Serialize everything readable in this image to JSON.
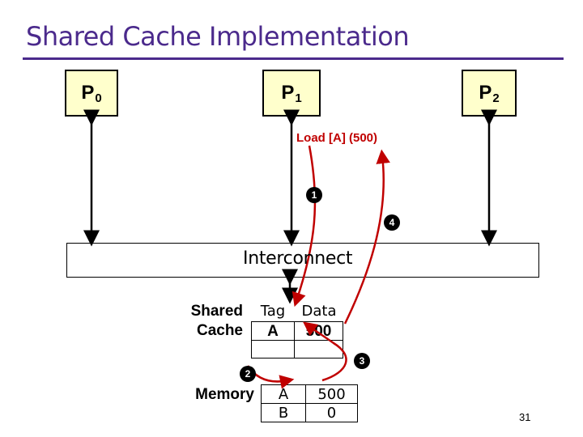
{
  "title": "Shared Cache Implementation",
  "processors": [
    {
      "name": "P",
      "sub": "0"
    },
    {
      "name": "P",
      "sub": "1"
    },
    {
      "name": "P",
      "sub": "2"
    }
  ],
  "interconnect": "Interconnect",
  "cache": {
    "label_line1": "Shared",
    "label_line2": "Cache",
    "tag_header": "Tag",
    "data_header": "Data",
    "tag_value": "A",
    "data_value": "500"
  },
  "memory": {
    "label": "Memory",
    "rows": [
      {
        "addr": "A",
        "value": "500"
      },
      {
        "addr": "B",
        "value": "0"
      }
    ]
  },
  "request": "Load [A]   (500)",
  "steps": [
    "1",
    "2",
    "3",
    "4"
  ],
  "page_number": "31",
  "colors": {
    "title": "#4B2A8C",
    "processor_fill": "#FFFFCC",
    "request_path": "#C00000"
  }
}
